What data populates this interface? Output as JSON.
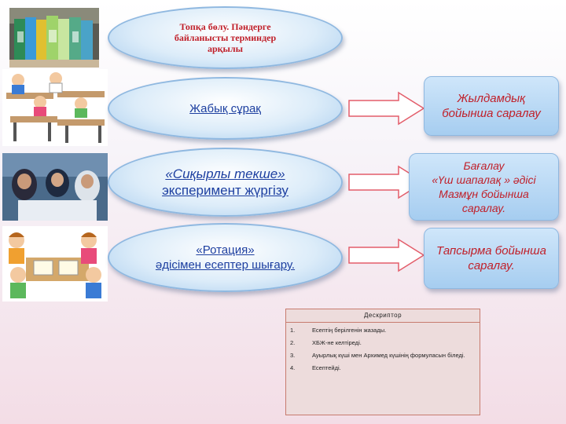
{
  "title_oval": {
    "line1": "Топқа бөлу. Пәндерге",
    "line2": "байланысты терминдер",
    "line3": "арқылы"
  },
  "methods": [
    {
      "line1": "Жабық сұрақ",
      "line2": ""
    },
    {
      "line1": "«Сиқырлы текше»",
      "line2": "эксперимент жүргізу"
    },
    {
      "line1": "«Ротация»",
      "line2": "әдісімен есептер шығару."
    }
  ],
  "assessments": [
    {
      "lines": [
        "Жылдамдық",
        "бойынша саралау"
      ]
    },
    {
      "lines": [
        "Бағалау",
        "«Үш шапалақ » әдісі",
        "Мазмұн бойынша",
        "саралау."
      ]
    },
    {
      "lines": [
        "Тапсырма бойынша",
        "саралау."
      ]
    }
  ],
  "descriptor": {
    "header": "Дескриптор",
    "items": [
      {
        "num": "1.",
        "text": "Есептің берілгенін жазады."
      },
      {
        "num": "2.",
        "text": "ХБЖ-не келтіреді."
      },
      {
        "num": "3.",
        "text": "Ауырлық күші мен Архимед күшінің формуласын біледі."
      },
      {
        "num": "4.",
        "text": "Есептейді."
      }
    ]
  },
  "colors": {
    "title_text": "#c0202a",
    "method_text": "#1d3fa0",
    "assessment_text": "#c0202a",
    "arrow_fill": "#ffffff",
    "arrow_stroke": "#e35d6a"
  },
  "images": [
    "books-image",
    "classroom-cartoon-image",
    "students-photo-image",
    "group-work-cartoon-image"
  ]
}
